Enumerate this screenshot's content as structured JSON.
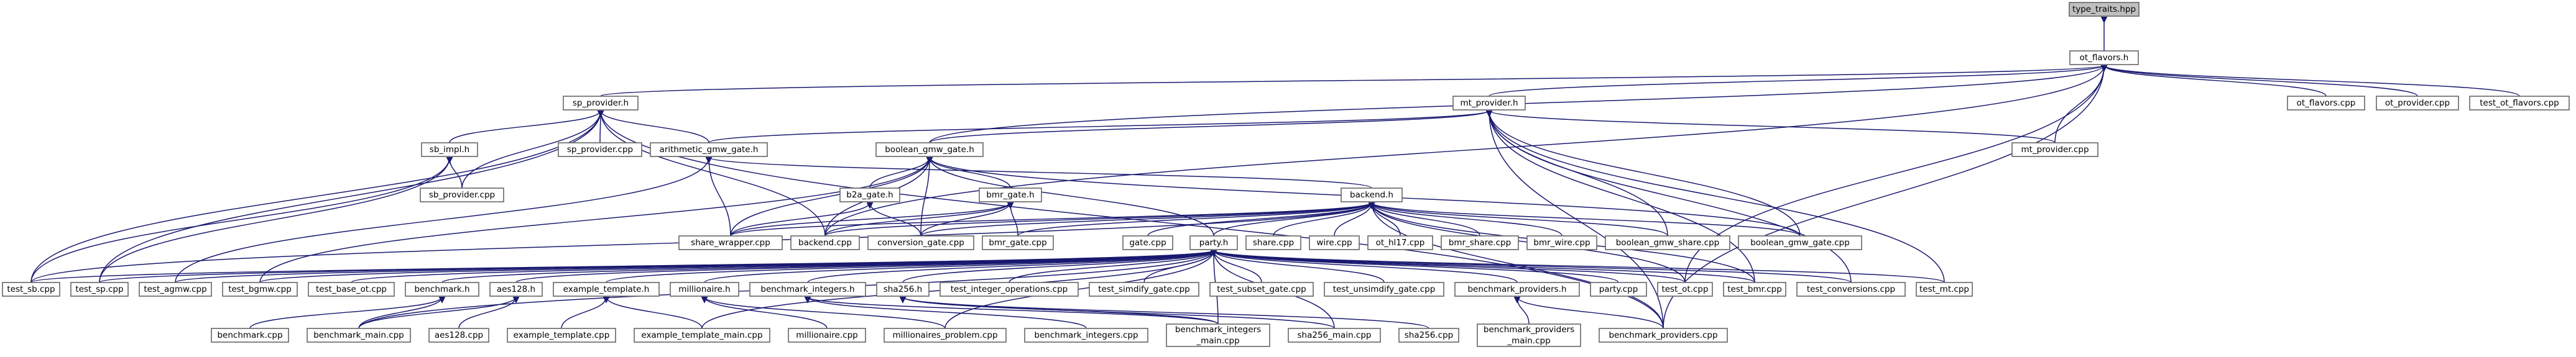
{
  "colors": {
    "edge": "#191970",
    "node_border": "#666666",
    "root_fill": "#bfbfbf",
    "background": "#ffffff"
  },
  "nodes": [
    {
      "id": "type_traits",
      "label": "type_traits.hpp",
      "root": true
    },
    {
      "id": "ot_flavors_h",
      "label": "ot_flavors.h"
    },
    {
      "id": "sp_provider_h",
      "label": "sp_provider.h"
    },
    {
      "id": "mt_provider_h",
      "label": "mt_provider.h"
    },
    {
      "id": "ot_flavors_cpp",
      "label": "ot_flavors.cpp"
    },
    {
      "id": "ot_provider_cpp",
      "label": "ot_provider.cpp"
    },
    {
      "id": "test_ot_flavors",
      "label": "test_ot_flavors.cpp"
    },
    {
      "id": "sb_impl_h",
      "label": "sb_impl.h"
    },
    {
      "id": "arith_gmw_h",
      "label": "arithmetic_gmw_gate.h"
    },
    {
      "id": "sp_provider_cpp",
      "label": "sp_provider.cpp"
    },
    {
      "id": "bool_gmw_h",
      "label": "boolean_gmw_gate.h"
    },
    {
      "id": "mt_provider_cpp",
      "label": "mt_provider.cpp"
    },
    {
      "id": "sb_provider_cpp",
      "label": "sb_provider.cpp"
    },
    {
      "id": "b2a_gate_h",
      "label": "b2a_gate.h"
    },
    {
      "id": "bmr_gate_h",
      "label": "bmr_gate.h"
    },
    {
      "id": "backend_h",
      "label": "backend.h"
    },
    {
      "id": "share_wrapper",
      "label": "share_wrapper.cpp"
    },
    {
      "id": "backend_cpp",
      "label": "backend.cpp"
    },
    {
      "id": "conversion_gate",
      "label": "conversion_gate.cpp"
    },
    {
      "id": "bmr_gate_cpp",
      "label": "bmr_gate.cpp"
    },
    {
      "id": "gate_cpp",
      "label": "gate.cpp"
    },
    {
      "id": "party_h",
      "label": "party.h"
    },
    {
      "id": "share_cpp",
      "label": "share.cpp"
    },
    {
      "id": "wire_cpp",
      "label": "wire.cpp"
    },
    {
      "id": "ot_hl17",
      "label": "ot_hl17.cpp"
    },
    {
      "id": "bmr_share",
      "label": "bmr_share.cpp"
    },
    {
      "id": "bmr_wire",
      "label": "bmr_wire.cpp"
    },
    {
      "id": "bool_gmw_share",
      "label": "boolean_gmw_share.cpp"
    },
    {
      "id": "bool_gmw_cpp",
      "label": "boolean_gmw_gate.cpp"
    },
    {
      "id": "test_sb",
      "label": "test_sb.cpp"
    },
    {
      "id": "test_sp",
      "label": "test_sp.cpp"
    },
    {
      "id": "test_agmw",
      "label": "test_agmw.cpp"
    },
    {
      "id": "test_bgmw",
      "label": "test_bgmw.cpp"
    },
    {
      "id": "test_base_ot",
      "label": "test_base_ot.cpp"
    },
    {
      "id": "benchmark_h",
      "label": "benchmark.h"
    },
    {
      "id": "aes128_h",
      "label": "aes128.h"
    },
    {
      "id": "example_template_h",
      "label": "example_template.h"
    },
    {
      "id": "millionaire_h",
      "label": "millionaire.h"
    },
    {
      "id": "benchmark_integers_h",
      "label": "benchmark_integers.h"
    },
    {
      "id": "sha256_h",
      "label": "sha256.h"
    },
    {
      "id": "test_integer_ops",
      "label": "test_integer_operations.cpp"
    },
    {
      "id": "test_simdify_gate",
      "label": "test_simdify_gate.cpp"
    },
    {
      "id": "test_subset_gate",
      "label": "test_subset_gate.cpp"
    },
    {
      "id": "test_unsimdify_gate",
      "label": "test_unsimdify_gate.cpp"
    },
    {
      "id": "benchmark_providers_h",
      "label": "benchmark_providers.h"
    },
    {
      "id": "party_cpp",
      "label": "party.cpp"
    },
    {
      "id": "test_ot",
      "label": "test_ot.cpp"
    },
    {
      "id": "test_bmr",
      "label": "test_bmr.cpp"
    },
    {
      "id": "test_conversions",
      "label": "test_conversions.cpp"
    },
    {
      "id": "test_mt",
      "label": "test_mt.cpp"
    },
    {
      "id": "benchmark_cpp",
      "label": "benchmark.cpp"
    },
    {
      "id": "benchmark_main",
      "label": "benchmark_main.cpp"
    },
    {
      "id": "aes128_cpp",
      "label": "aes128.cpp"
    },
    {
      "id": "example_template_cpp",
      "label": "example_template.cpp"
    },
    {
      "id": "example_template_main",
      "label": "example_template_main.cpp"
    },
    {
      "id": "millionaire_cpp",
      "label": "millionaire.cpp"
    },
    {
      "id": "millionaires_problem",
      "label": "millionaires_problem.cpp"
    },
    {
      "id": "benchmark_integers_cpp",
      "label": "benchmark_integers.cpp"
    },
    {
      "id": "benchmark_integers_main",
      "label": [
        "benchmark_integers",
        "_main.cpp"
      ]
    },
    {
      "id": "sha256_main",
      "label": "sha256_main.cpp"
    },
    {
      "id": "sha256_cpp",
      "label": "sha256.cpp"
    },
    {
      "id": "benchmark_providers_main",
      "label": [
        "benchmark_providers",
        "_main.cpp"
      ]
    },
    {
      "id": "benchmark_providers_cpp",
      "label": "benchmark_providers.cpp"
    }
  ],
  "edges": [
    [
      "type_traits",
      "ot_flavors_h"
    ],
    [
      "ot_flavors_h",
      "sp_provider_h"
    ],
    [
      "ot_flavors_h",
      "mt_provider_h"
    ],
    [
      "ot_flavors_h",
      "ot_flavors_cpp"
    ],
    [
      "ot_flavors_h",
      "ot_provider_cpp"
    ],
    [
      "ot_flavors_h",
      "test_ot_flavors"
    ],
    [
      "ot_flavors_h",
      "mt_provider_cpp"
    ],
    [
      "ot_flavors_h",
      "test_ot"
    ],
    [
      "ot_flavors_h",
      "benchmark_providers_cpp"
    ],
    [
      "ot_flavors_h",
      "bool_gmw_h"
    ],
    [
      "ot_flavors_h",
      "backend_cpp"
    ],
    [
      "sp_provider_h",
      "sb_impl_h"
    ],
    [
      "sp_provider_h",
      "arith_gmw_h"
    ],
    [
      "sp_provider_h",
      "sp_provider_cpp"
    ],
    [
      "sp_provider_h",
      "sb_provider_cpp"
    ],
    [
      "sp_provider_h",
      "test_sb"
    ],
    [
      "sp_provider_h",
      "test_sp"
    ],
    [
      "sp_provider_h",
      "backend_cpp"
    ],
    [
      "sp_provider_h",
      "benchmark_providers_cpp"
    ],
    [
      "sb_impl_h",
      "sb_provider_cpp"
    ],
    [
      "sb_impl_h",
      "test_sb"
    ],
    [
      "sb_impl_h",
      "test_sp"
    ],
    [
      "mt_provider_h",
      "arith_gmw_h"
    ],
    [
      "mt_provider_h",
      "bool_gmw_h"
    ],
    [
      "mt_provider_h",
      "mt_provider_cpp"
    ],
    [
      "mt_provider_h",
      "bool_gmw_share"
    ],
    [
      "mt_provider_h",
      "test_bmr"
    ],
    [
      "mt_provider_h",
      "test_conversions"
    ],
    [
      "mt_provider_h",
      "test_mt"
    ],
    [
      "mt_provider_h",
      "benchmark_providers_cpp"
    ],
    [
      "mt_provider_h",
      "bool_gmw_cpp"
    ],
    [
      "arith_gmw_h",
      "share_wrapper"
    ],
    [
      "arith_gmw_h",
      "test_agmw"
    ],
    [
      "arith_gmw_h",
      "backend_h"
    ],
    [
      "bool_gmw_h",
      "b2a_gate_h"
    ],
    [
      "bool_gmw_h",
      "bmr_gate_h"
    ],
    [
      "bool_gmw_h",
      "share_wrapper"
    ],
    [
      "bool_gmw_h",
      "backend_cpp"
    ],
    [
      "bool_gmw_h",
      "conversion_gate"
    ],
    [
      "bool_gmw_h",
      "test_bgmw"
    ],
    [
      "bool_gmw_h",
      "bool_gmw_cpp"
    ],
    [
      "bool_gmw_h",
      "party_h"
    ],
    [
      "b2a_gate_h",
      "share_wrapper"
    ],
    [
      "b2a_gate_h",
      "conversion_gate"
    ],
    [
      "bmr_gate_h",
      "share_wrapper"
    ],
    [
      "bmr_gate_h",
      "bmr_gate_cpp"
    ],
    [
      "bmr_gate_h",
      "conversion_gate"
    ],
    [
      "bmr_gate_h",
      "backend_cpp"
    ],
    [
      "backend_h",
      "share_wrapper"
    ],
    [
      "backend_h",
      "backend_cpp"
    ],
    [
      "backend_h",
      "conversion_gate"
    ],
    [
      "backend_h",
      "bmr_gate_cpp"
    ],
    [
      "backend_h",
      "gate_cpp"
    ],
    [
      "backend_h",
      "party_h"
    ],
    [
      "backend_h",
      "share_cpp"
    ],
    [
      "backend_h",
      "wire_cpp"
    ],
    [
      "backend_h",
      "ot_hl17"
    ],
    [
      "backend_h",
      "bmr_share"
    ],
    [
      "backend_h",
      "bmr_wire"
    ],
    [
      "backend_h",
      "bool_gmw_share"
    ],
    [
      "backend_h",
      "bool_gmw_cpp"
    ],
    [
      "backend_h",
      "test_ot"
    ],
    [
      "backend_h",
      "test_sb"
    ],
    [
      "backend_h",
      "test_bmr"
    ],
    [
      "backend_h",
      "benchmark_providers_cpp"
    ],
    [
      "party_h",
      "test_sb"
    ],
    [
      "party_h",
      "test_sp"
    ],
    [
      "party_h",
      "test_agmw"
    ],
    [
      "party_h",
      "test_bgmw"
    ],
    [
      "party_h",
      "test_base_ot"
    ],
    [
      "party_h",
      "benchmark_h"
    ],
    [
      "party_h",
      "aes128_h"
    ],
    [
      "party_h",
      "example_template_h"
    ],
    [
      "party_h",
      "millionaire_h"
    ],
    [
      "party_h",
      "benchmark_integers_h"
    ],
    [
      "party_h",
      "sha256_h"
    ],
    [
      "party_h",
      "test_integer_ops"
    ],
    [
      "party_h",
      "test_simdify_gate"
    ],
    [
      "party_h",
      "test_subset_gate"
    ],
    [
      "party_h",
      "test_unsimdify_gate"
    ],
    [
      "party_h",
      "benchmark_providers_h"
    ],
    [
      "party_h",
      "party_cpp"
    ],
    [
      "party_h",
      "test_ot"
    ],
    [
      "party_h",
      "test_bmr"
    ],
    [
      "party_h",
      "test_conversions"
    ],
    [
      "party_h",
      "test_mt"
    ],
    [
      "party_h",
      "benchmark_main"
    ],
    [
      "party_h",
      "example_template_main"
    ],
    [
      "party_h",
      "millionaires_problem"
    ],
    [
      "party_h",
      "benchmark_integers_main"
    ],
    [
      "party_h",
      "sha256_main"
    ],
    [
      "benchmark_h",
      "benchmark_cpp"
    ],
    [
      "benchmark_h",
      "benchmark_main"
    ],
    [
      "aes128_h",
      "aes128_cpp"
    ],
    [
      "aes128_h",
      "benchmark_main"
    ],
    [
      "example_template_h",
      "example_template_cpp"
    ],
    [
      "example_template_h",
      "example_template_main"
    ],
    [
      "millionaire_h",
      "millionaire_cpp"
    ],
    [
      "millionaire_h",
      "millionaires_problem"
    ],
    [
      "benchmark_integers_h",
      "benchmark_integers_cpp"
    ],
    [
      "benchmark_integers_h",
      "benchmark_integers_main"
    ],
    [
      "sha256_h",
      "sha256_main"
    ],
    [
      "sha256_h",
      "sha256_cpp"
    ],
    [
      "sha256_h",
      "benchmark_integers_main"
    ],
    [
      "benchmark_providers_h",
      "benchmark_providers_main"
    ],
    [
      "benchmark_providers_h",
      "benchmark_providers_cpp"
    ]
  ]
}
